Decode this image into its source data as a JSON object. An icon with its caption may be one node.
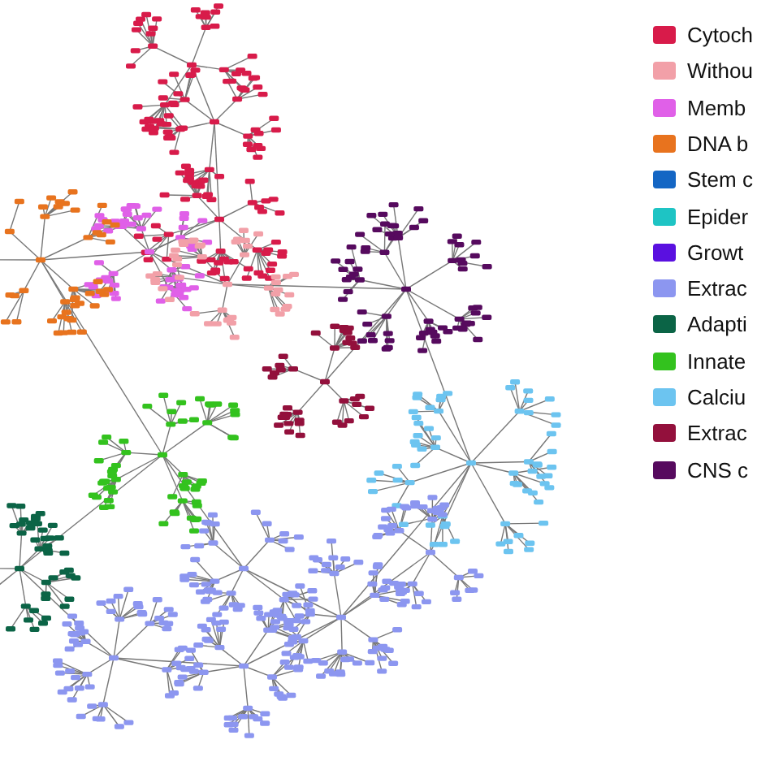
{
  "diagram": {
    "legend": [
      {
        "text": "Cytoch",
        "color": "#d81b4a"
      },
      {
        "text": "Withou",
        "color": "#f2a0a8"
      },
      {
        "text": "Memb",
        "color": "#e060e8"
      },
      {
        "text": "DNA b",
        "color": "#e8731e"
      },
      {
        "text": "Stem c",
        "color": "#1466c4"
      },
      {
        "text": "Epider",
        "color": "#1ec4c4"
      },
      {
        "text": "Growt",
        "color": "#5a10e0"
      },
      {
        "text": "Extrac",
        "color": "#8c96f0"
      },
      {
        "text": "Adapti",
        "color": "#0b6446"
      },
      {
        "text": "Innate",
        "color": "#33c21e"
      },
      {
        "text": "Calciu",
        "color": "#6cc4f0"
      },
      {
        "text": "Extrac",
        "color": "#93103c"
      },
      {
        "text": "CNS c",
        "color": "#560a5e"
      }
    ]
  }
}
